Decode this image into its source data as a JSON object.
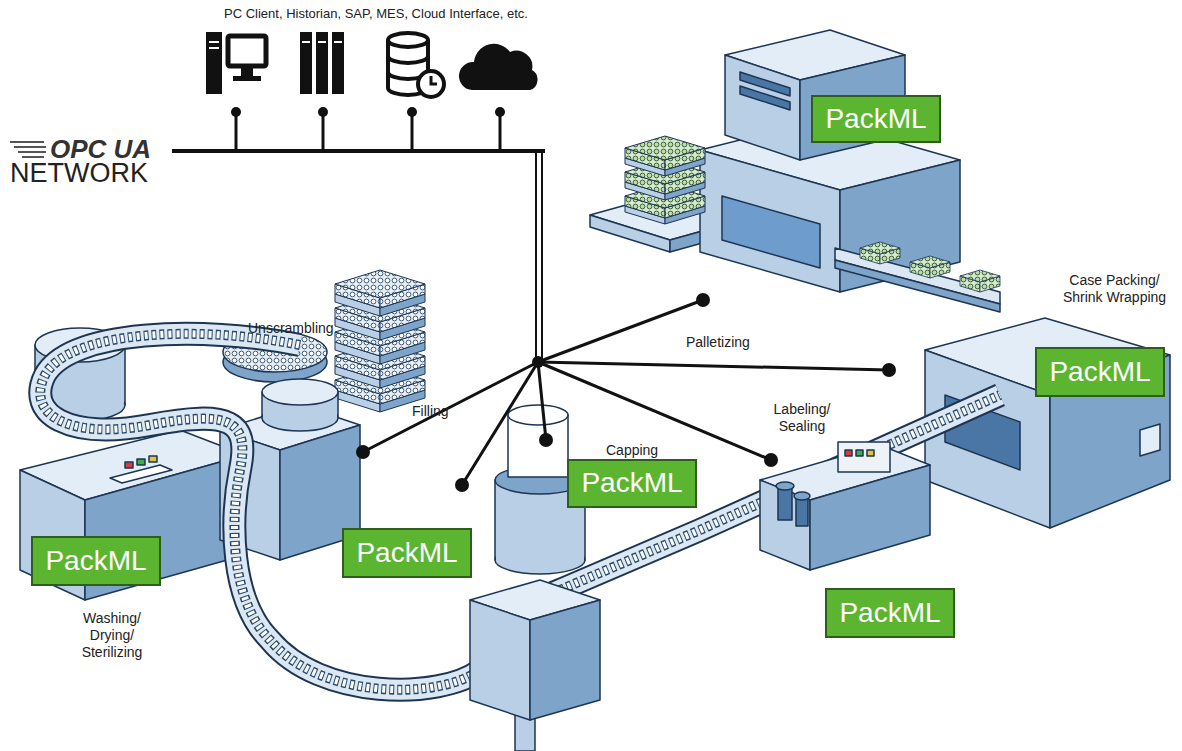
{
  "diagram": {
    "nodes": [
      {
        "text": [
          "PackML"
        ]
      },
      {
        "text": [
          "PackML"
        ]
      },
      {
        "text": [
          "PackML"
        ]
      },
      {
        "text": [
          "PackML"
        ]
      },
      {
        "text": [
          "PackML"
        ]
      },
      {
        "text": [
          "PackML"
        ]
      }
    ],
    "labels": [
      "PC Client, Historian, SAP, MES, Cloud Interface, etc.",
      "OPC UA",
      "NETWORK",
      "Unscrambling",
      "Palletizing",
      "Case Packing/ Shrink Wrapping",
      "Labeling/ Sealing",
      "Filling",
      "Capping",
      "Washing/ Drying/ Sterilizing"
    ]
  }
}
